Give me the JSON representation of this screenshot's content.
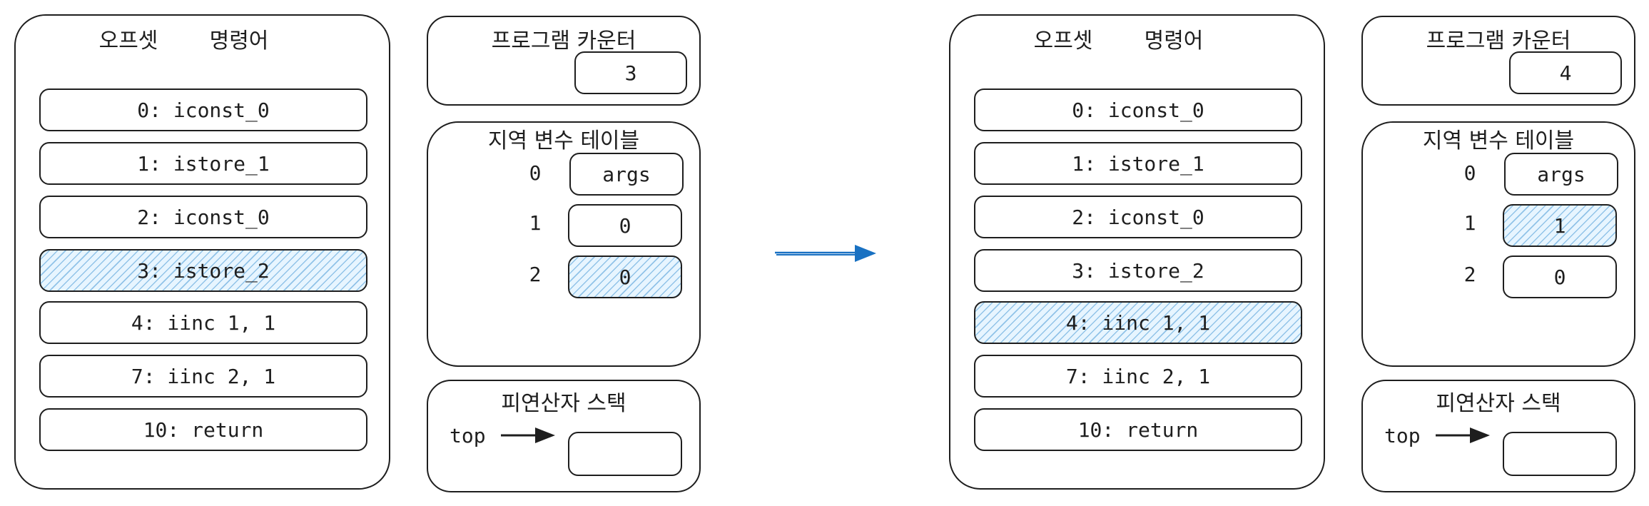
{
  "column_headers": {
    "offset": "오프셋",
    "instruction": "명령어"
  },
  "program_counter": {
    "title": "프로그램 카운터"
  },
  "local_variable_table": {
    "title": "지역 변수 테이블",
    "indices": [
      "0",
      "1",
      "2"
    ]
  },
  "operand_stack": {
    "title": "피연산자 스택",
    "top_label": "top"
  },
  "instructions": [
    "0: iconst_0",
    "1: istore_1",
    "2: iconst_0",
    "3: istore_2",
    "4: iinc 1, 1",
    "7: iinc 2, 1",
    "10: return"
  ],
  "states": [
    {
      "pc_value": "3",
      "locals": [
        "args",
        "0",
        "0"
      ],
      "highlight_instruction": "3: istore_2",
      "highlight_local_index": "2"
    },
    {
      "pc_value": "4",
      "locals": [
        "args",
        "1",
        "0"
      ],
      "highlight_instruction": "4: iinc 1, 1",
      "highlight_local_index": "1"
    }
  ],
  "colors": {
    "stroke": "#1e1e1e",
    "highlight_fill": "#a5d8ff",
    "transition_arrow": "#1971c2"
  }
}
